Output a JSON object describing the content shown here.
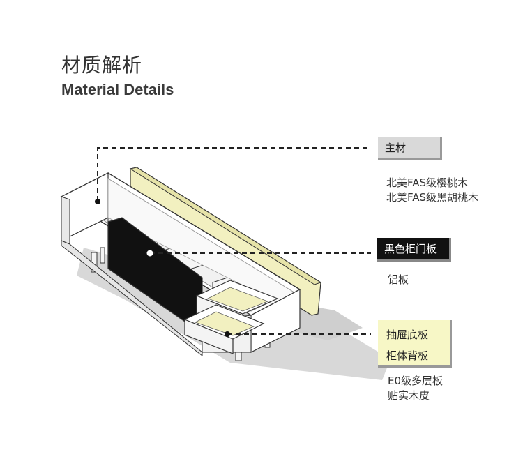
{
  "heading": {
    "title_zh": "材质解析",
    "title_en": "Material Details"
  },
  "callouts": {
    "main": {
      "tag": "主材",
      "lines": [
        "北美FAS级樱桃木",
        "北美FAS级黑胡桃木"
      ],
      "tag_color": "#d9d9d9"
    },
    "door": {
      "tag": "黑色柜门板",
      "lines": [
        "铝板"
      ],
      "tag_color": "#111111"
    },
    "plywood": {
      "tags": [
        "抽屉底板",
        "柜体背板"
      ],
      "lines": [
        "E0级多层板",
        "贴实木皮"
      ],
      "tag_color": "#f7f7c6"
    }
  },
  "colors": {
    "panel_yellow": "#f2f0c0",
    "cabinet_white": "#ffffff",
    "door_black": "#111111",
    "shadow": "#d8d8d8"
  }
}
